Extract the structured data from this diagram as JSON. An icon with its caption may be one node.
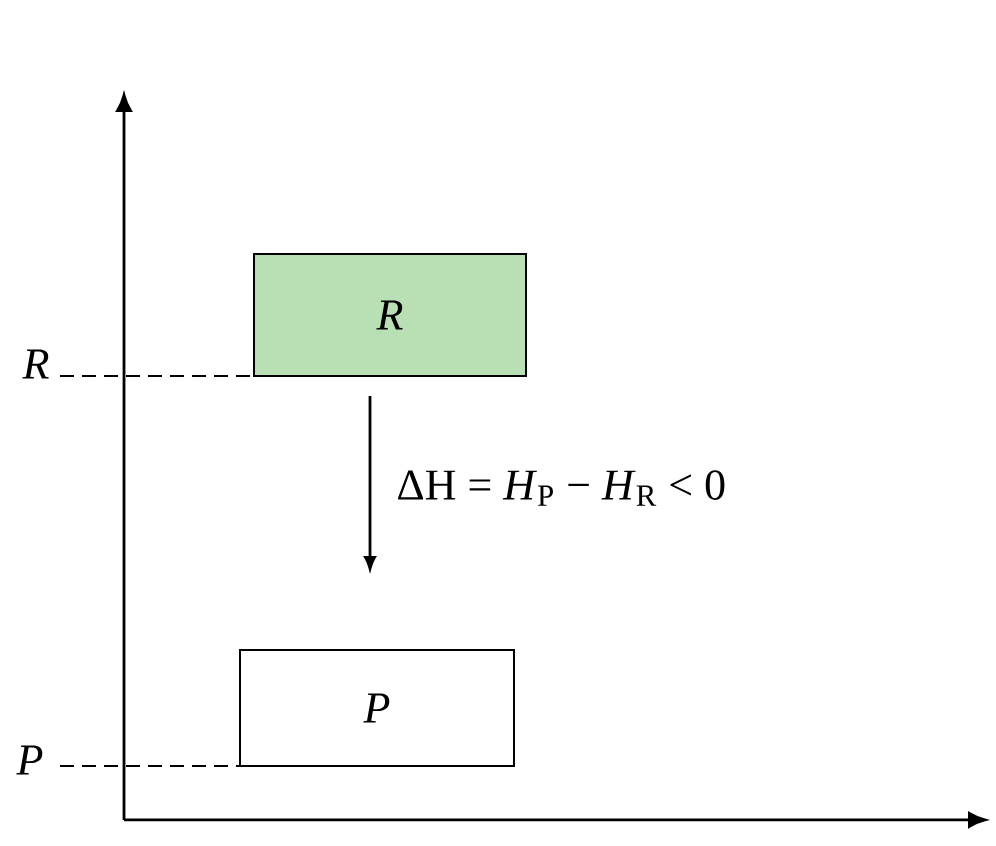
{
  "diagram": {
    "nodes": [
      {
        "text": [
          "*R*"
        ]
      },
      {
        "text": [
          "*P*"
        ]
      }
    ],
    "edges": [
      {
        "from": 0,
        "to": 1,
        "arrow": "to",
        "label": "ΔH = *H*$_{P}$ − *H*$_{R}$ < 0"
      }
    ],
    "labels": [
      "*R*",
      "*P*"
    ]
  }
}
